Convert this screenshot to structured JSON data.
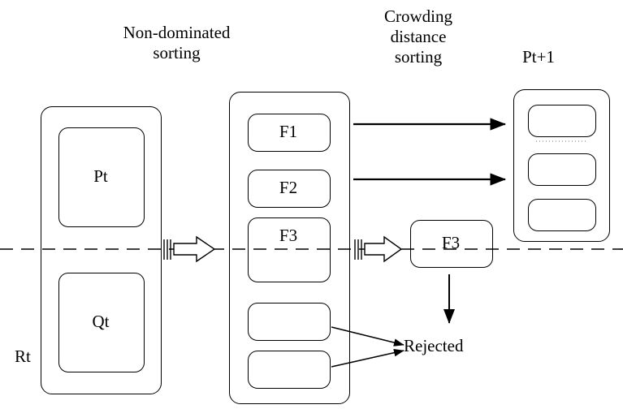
{
  "diagram": {
    "title_texts": {
      "non_dominated_sorting_line1": "Non-dominated",
      "non_dominated_sorting_line2": "sorting",
      "crowding_line1": "Crowding",
      "crowding_line2": "distance",
      "crowding_line3": "sorting",
      "pt_plus_1": "Pt+1"
    },
    "left_container": {
      "top_box": "Pt",
      "bottom_box": "Qt",
      "outer_label": "Rt"
    },
    "middle_container": {
      "fronts": [
        {
          "label": "F1"
        },
        {
          "label": "F2"
        },
        {
          "label": "F3"
        },
        {
          "label": ""
        },
        {
          "label": ""
        }
      ]
    },
    "selected_front": {
      "label": "F3"
    },
    "right_container": {
      "slots": [
        "",
        "",
        ""
      ]
    },
    "rejected_label": "Rejected",
    "colors": {
      "stroke": "#000000",
      "background": "#ffffff"
    }
  }
}
